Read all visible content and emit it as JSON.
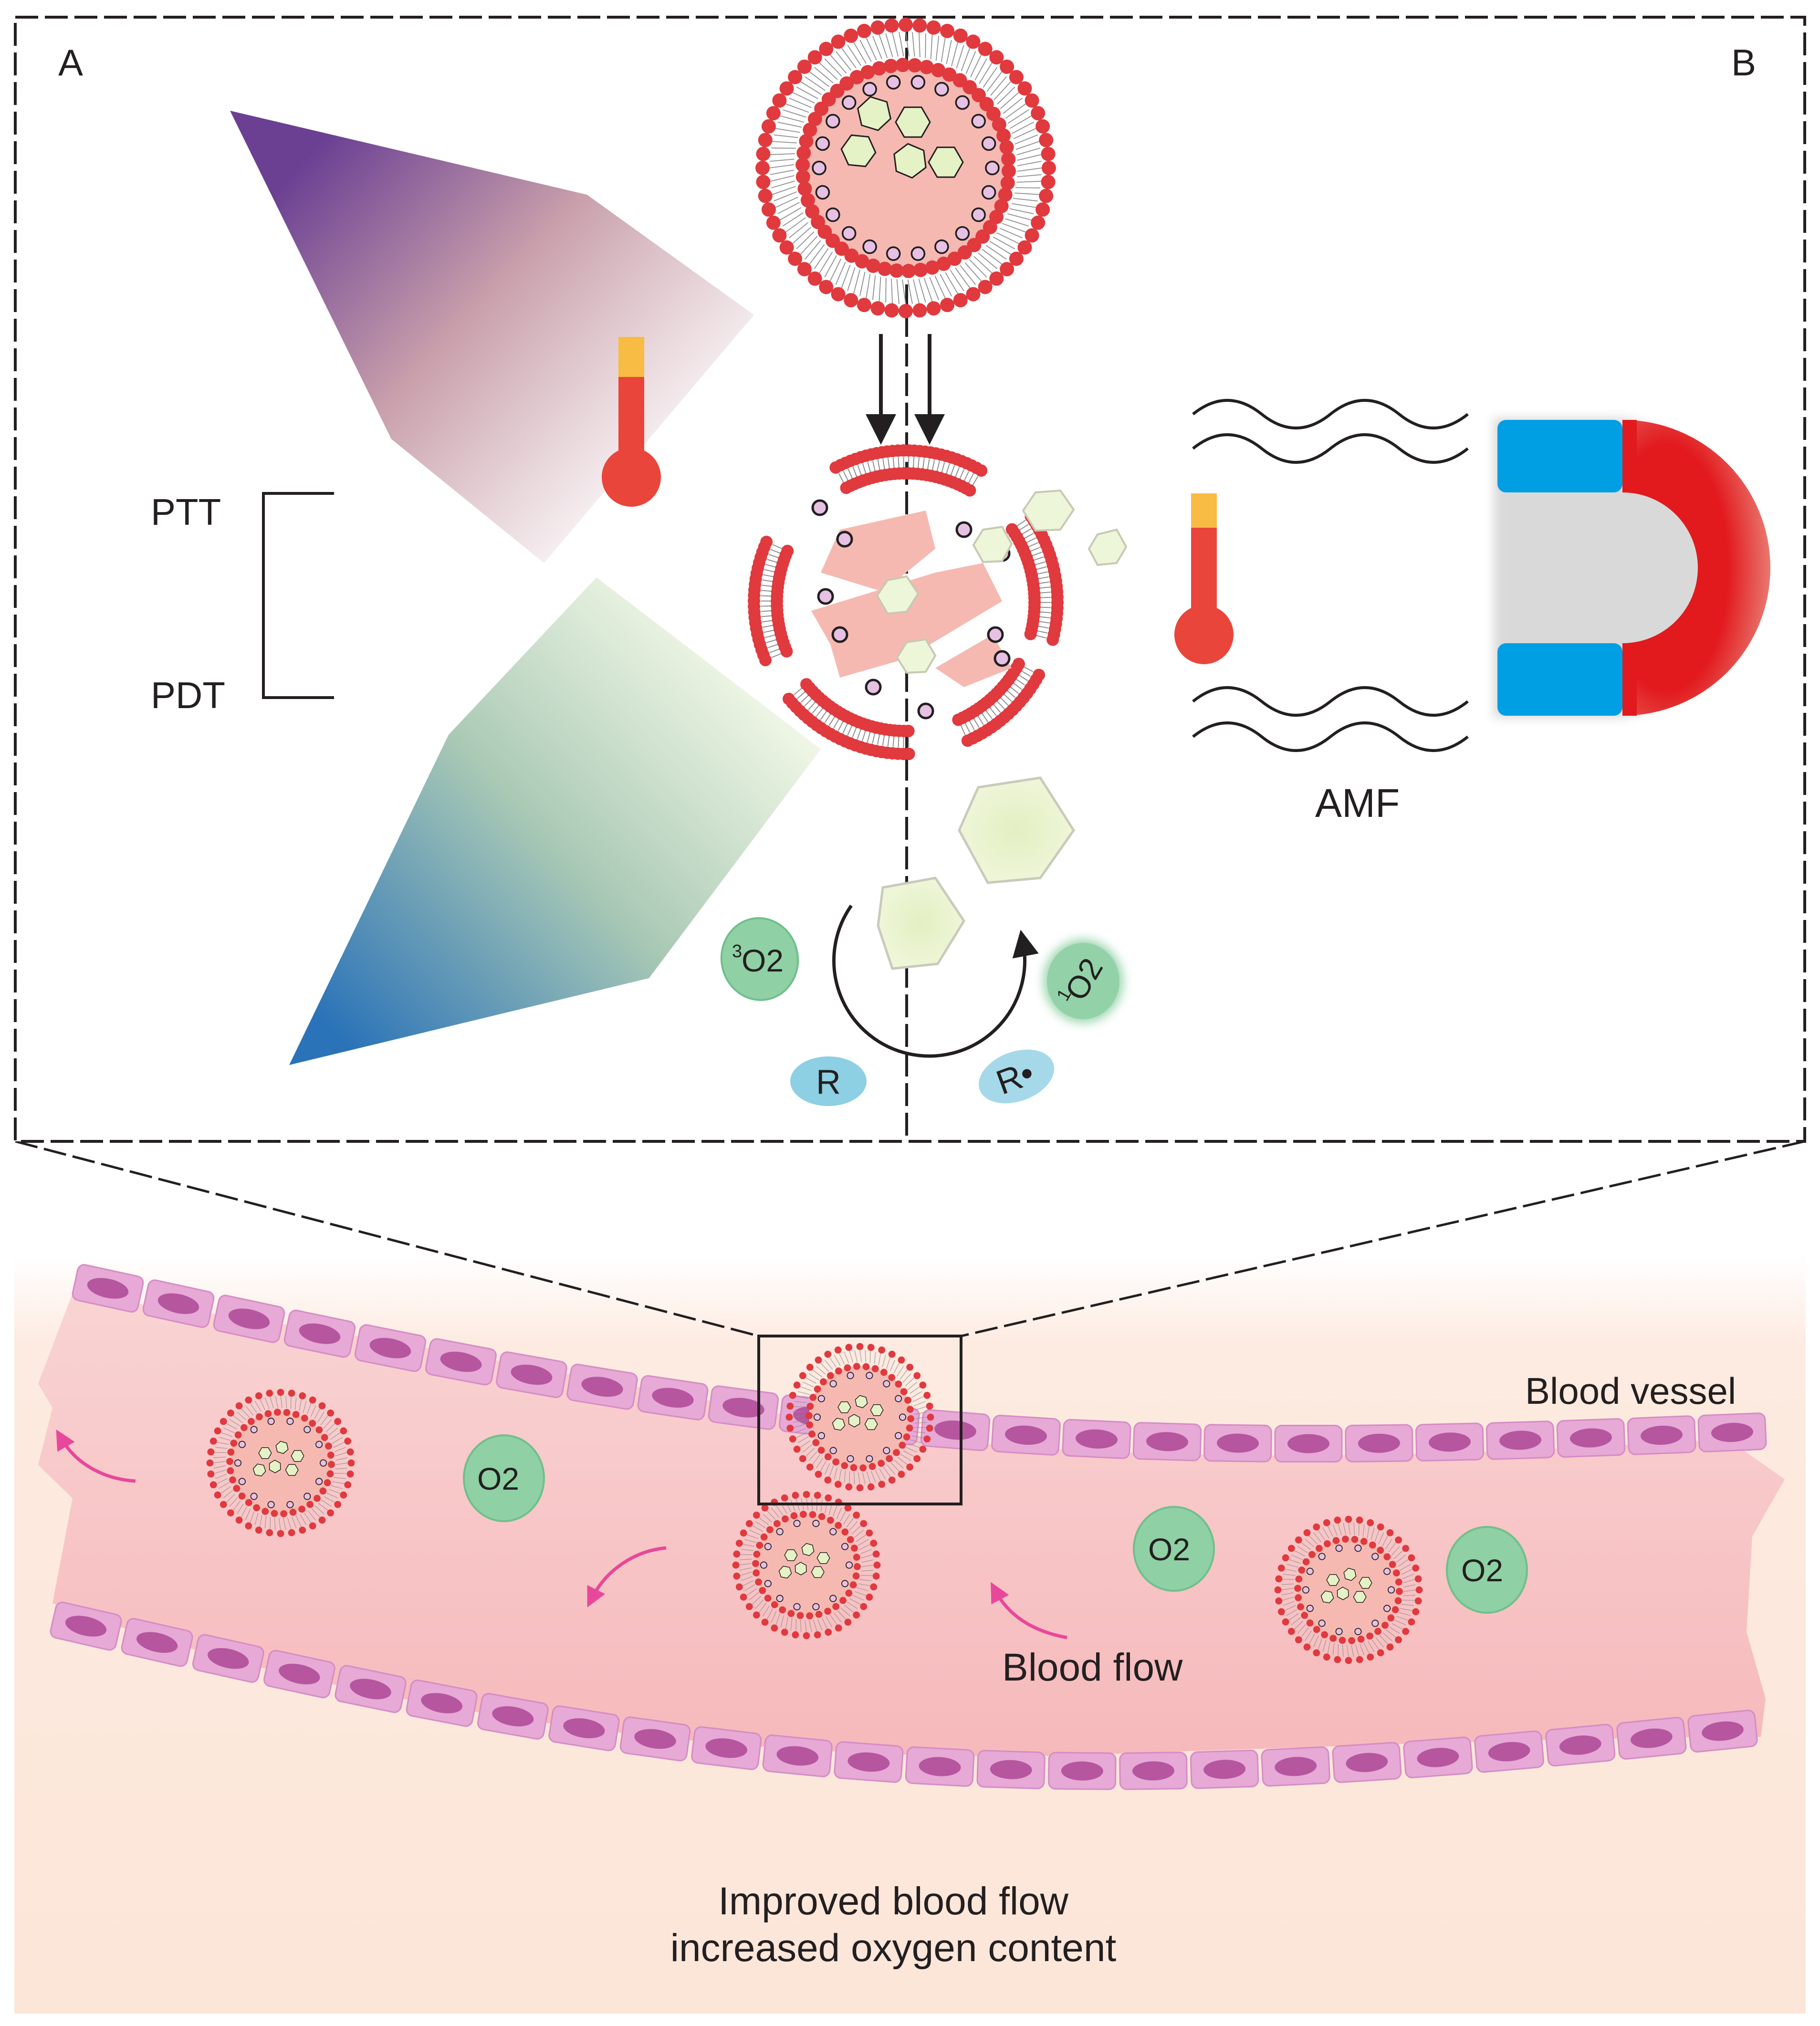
{
  "panel_labels": {
    "a": "A",
    "b": "B"
  },
  "left_panel": {
    "ptt_label": "PTT",
    "pdt_label": "PDT"
  },
  "right_panel": {
    "amf_label": "AMF"
  },
  "reaction_cycle": {
    "triplet_oxygen_prefix": "3",
    "triplet_oxygen": "O2",
    "singlet_oxygen_prefix": "1",
    "singlet_oxygen": "O2",
    "reactant": "R",
    "radical": "R•"
  },
  "vessel": {
    "vessel_label": "Blood vessel",
    "flow_label": "Blood flow",
    "oxygen_label": "O2",
    "caption_line1": "Improved blood flow",
    "caption_line2": "increased oxygen content"
  },
  "colors": {
    "liposome_head": "#e0393e",
    "liposome_core": "#f6b9b1",
    "drug": "#e4f2c6",
    "oxygen_bubble": "#8fd0a4",
    "radical_bubble": "#8dcfe3",
    "vessel_wall_cell": "#e7a9d6",
    "cell_nucleus": "#b6569f",
    "vessel_lumen": "#f6c2c6",
    "flow_arrow": "#e8489b",
    "magnet_red": "#e2191d",
    "magnet_blue": "#009fe3"
  }
}
